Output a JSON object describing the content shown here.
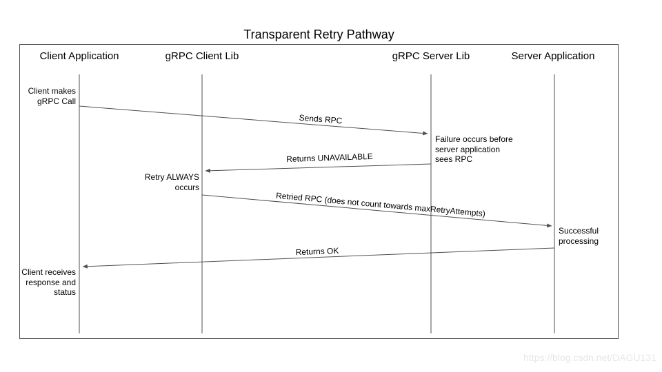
{
  "title": "Transparent Retry Pathway",
  "diagram_type": "sequence",
  "participants": [
    {
      "label": "Client Application"
    },
    {
      "label": "gRPC Client Lib"
    },
    {
      "label": "gRPC Server Lib"
    },
    {
      "label": "Server Application"
    }
  ],
  "messages": [
    {
      "label": "Sends RPC",
      "from": "Client Application",
      "to": "gRPC Server Lib"
    },
    {
      "label": "Returns UNAVAILABLE",
      "from": "gRPC Server Lib",
      "to": "gRPC Client Lib"
    },
    {
      "label": "Retried RPC (does not count towards maxRetryAttempts)",
      "from": "gRPC Client Lib",
      "to": "Server Application"
    },
    {
      "label": "Returns OK",
      "from": "Server Application",
      "to": "Client Application"
    }
  ],
  "notes": [
    {
      "text": "Client makes\ngRPC Call",
      "anchor": "Client Application"
    },
    {
      "text": "Failure occurs before\nserver application\nsees RPC",
      "anchor": "gRPC Server Lib"
    },
    {
      "text": "Retry ALWAYS\noccurs",
      "anchor": "gRPC Client Lib"
    },
    {
      "text": "Successful\nprocessing",
      "anchor": "Server Application"
    },
    {
      "text": "Client receives\nresponse and\nstatus",
      "anchor": "Client Application"
    }
  ],
  "watermark": "https://blog.csdn.net/DAGU131",
  "colors": {
    "background": "#ffffff",
    "line": "#4f4f4f",
    "text": "#000000",
    "watermark": "#e7e7e7"
  }
}
